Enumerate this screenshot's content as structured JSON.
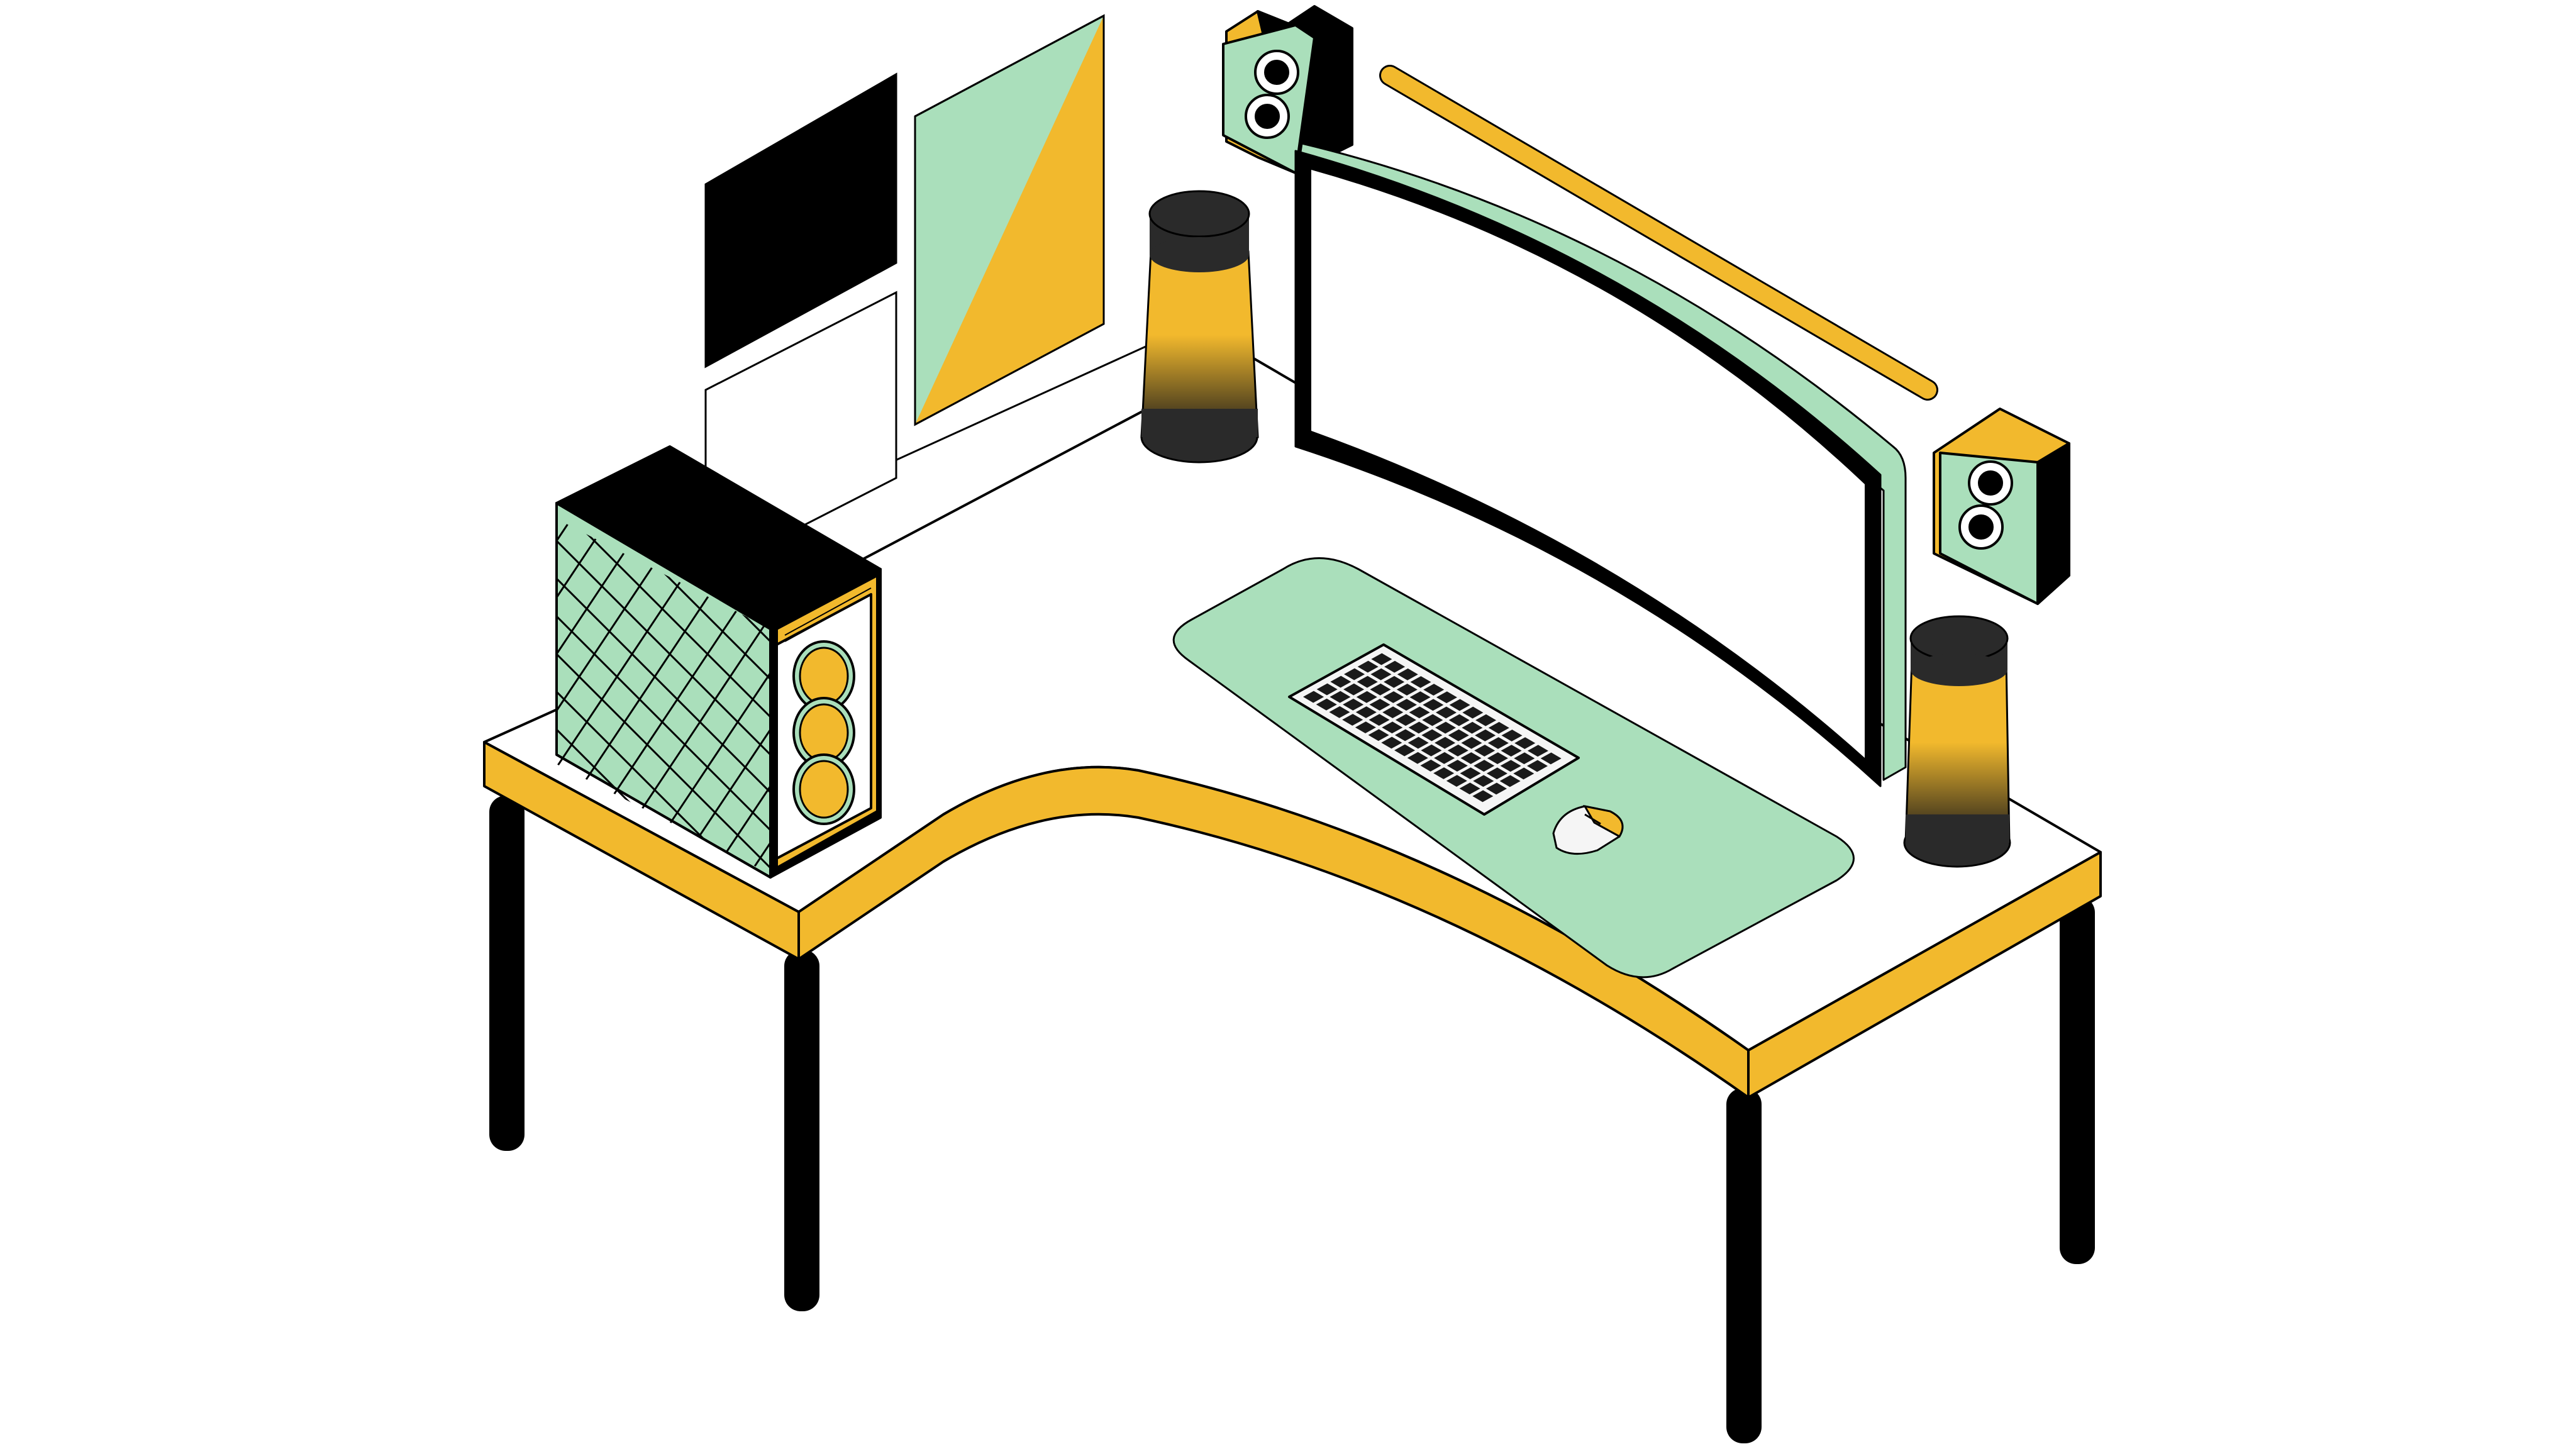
{
  "scene": {
    "subject": "l-shaped-desk-workstation",
    "colors": {
      "background": "#ffffff",
      "outline": "#000000",
      "accent_yellow": "#f2b92d",
      "accent_mint": "#aadfbb",
      "dark_cap": "#2a2a2a",
      "desk_top": "#ffffff"
    },
    "icons": [
      "wall-art-black-panel-icon",
      "wall-art-outline-panel-icon",
      "wall-art-diagonal-poster-icon",
      "light-bar-icon",
      "bookshelf-speaker-icon",
      "lamp-speaker-icon",
      "curved-monitor-icon",
      "pc-tower-icon",
      "desk-mat-icon",
      "keyboard-icon",
      "mouse-icon"
    ],
    "keyboard": {
      "rows": 6,
      "keys_per_row": 14
    }
  }
}
